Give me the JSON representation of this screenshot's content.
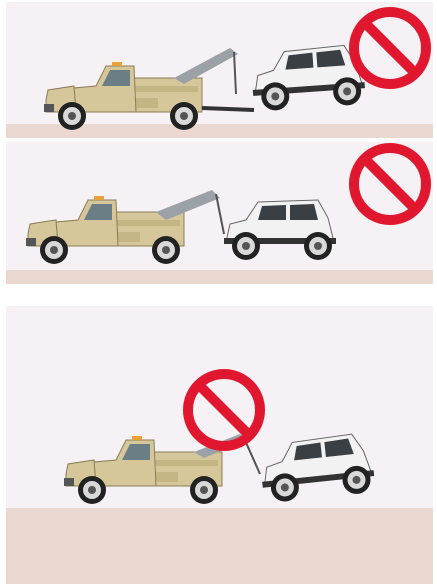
{
  "panels": [
    {
      "id": "panel-1",
      "scene": "wheel-lift-rear-wheels-on-ground"
    },
    {
      "id": "panel-2",
      "scene": "hook-lift-rear-wheels-on-ground"
    },
    {
      "id": "panel-3",
      "scene": "wheel-lift-front-raised"
    }
  ],
  "colors": {
    "panel_bg": "#f6f1f4",
    "ground": "#ead8d0",
    "truck_body": "#d6c79b",
    "truck_shadow": "#b8a878",
    "car_body": "#f2f2f2",
    "prohibit_red": "#e0172f",
    "wheel_dark": "#2a2a2a"
  },
  "icons": [
    "prohibition-sign-icon",
    "tow-truck-icon",
    "car-icon"
  ]
}
